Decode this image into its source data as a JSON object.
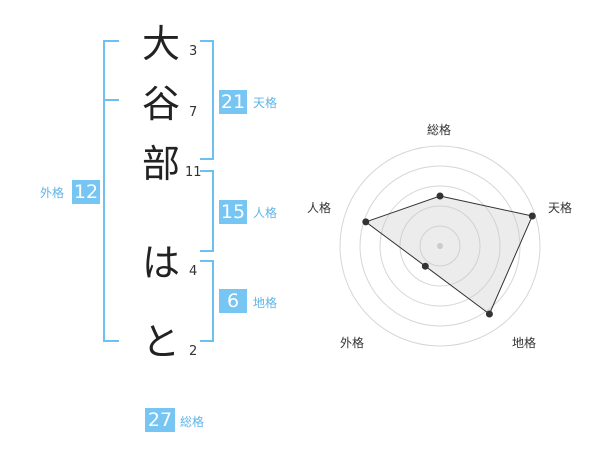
{
  "name": {
    "chars": [
      {
        "char": "大",
        "strokes": "3"
      },
      {
        "char": "谷",
        "strokes": "7"
      },
      {
        "char": "部",
        "strokes": "11"
      },
      {
        "char": "は",
        "strokes": "4"
      },
      {
        "char": "と",
        "strokes": "2"
      }
    ]
  },
  "fortune": {
    "tenkaku": {
      "value": "21",
      "label": "天格"
    },
    "jinkaku": {
      "value": "15",
      "label": "人格"
    },
    "chikaku": {
      "value": "6",
      "label": "地格"
    },
    "gaikaku": {
      "value": "12",
      "label": "外格"
    },
    "soukaku": {
      "value": "27",
      "label": "総格"
    }
  },
  "accent_color": "#76c5f3",
  "chart_data": {
    "type": "radar",
    "axes": [
      "総格",
      "天格",
      "地格",
      "外格",
      "人格"
    ],
    "values": [
      0.5,
      0.97,
      0.84,
      0.25,
      0.78
    ],
    "rings": 5,
    "max": 1
  }
}
